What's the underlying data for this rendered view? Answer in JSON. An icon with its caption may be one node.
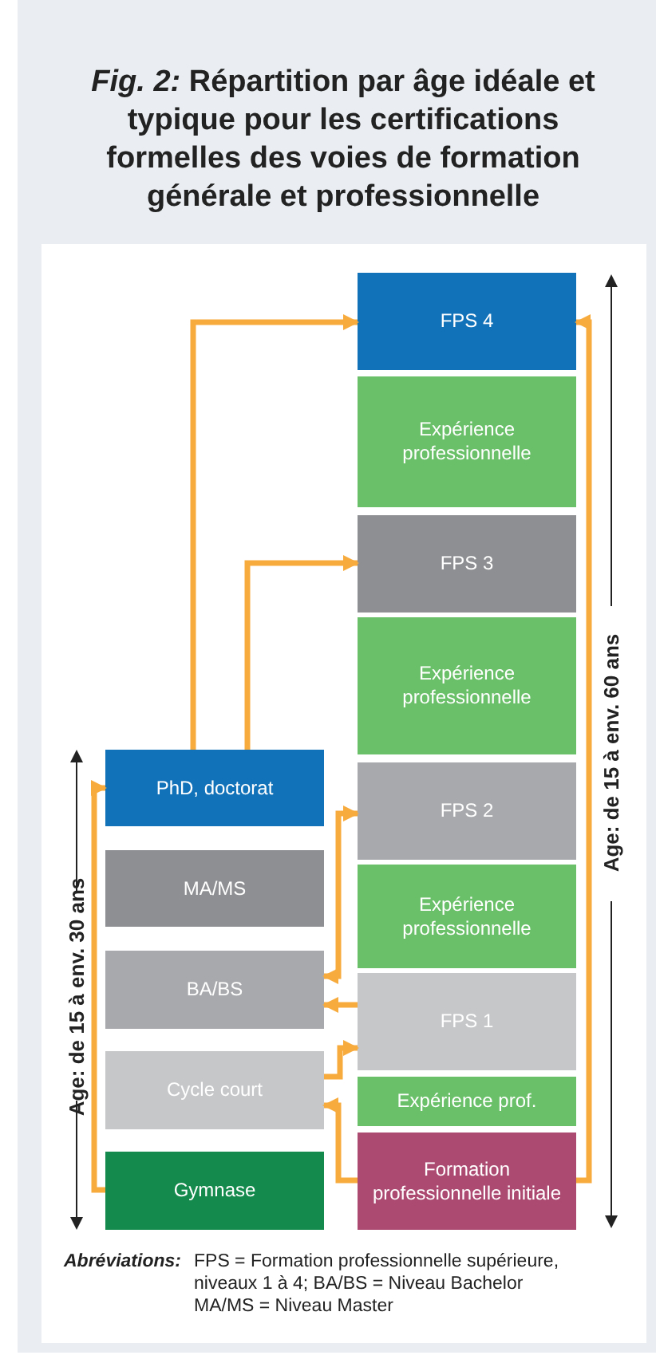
{
  "diagram": {
    "title": "*Fig. 2:* Répartition par âge idéale et typique pour les certifications formelles des voies de formation générale et professionnelle",
    "nodes": [
      {
        "text": [
          "PhD, doctorat"
        ]
      },
      {
        "text": [
          "MA/MS"
        ]
      },
      {
        "text": [
          "BA/BS"
        ]
      },
      {
        "text": [
          "Cycle court"
        ]
      },
      {
        "text": [
          "Gymnase"
        ]
      },
      {
        "text": [
          "FPS 4"
        ]
      },
      {
        "text": [
          "Expérience professionnelle"
        ]
      },
      {
        "text": [
          "FPS 3"
        ]
      },
      {
        "text": [
          "Expérience professionnelle"
        ]
      },
      {
        "text": [
          "FPS 2"
        ]
      },
      {
        "text": [
          "Expérience professionnelle"
        ]
      },
      {
        "text": [
          "FPS 1"
        ]
      },
      {
        "text": [
          "Expérience prof."
        ]
      },
      {
        "text": [
          "Formation professionnelle initiale"
        ]
      }
    ],
    "edges": [
      {
        "from": 4,
        "to": 0,
        "arrow": "to"
      },
      {
        "from": 0,
        "to": 5,
        "arrow": "to"
      },
      {
        "from": 0,
        "to": 7,
        "arrow": "to"
      },
      {
        "from": 9,
        "to": 2,
        "arrow": "both"
      },
      {
        "from": 11,
        "to": 2,
        "arrow": "to"
      },
      {
        "from": 3,
        "to": 11,
        "arrow": "to"
      },
      {
        "from": 13,
        "to": 3,
        "arrow": "to"
      },
      {
        "from": 13,
        "to": 5,
        "arrow": "to"
      }
    ],
    "labels": [
      "Age: de 15 à env. 30 ans",
      "Age: de 15 à env. 60 ans",
      "Abréviations:",
      "FPS = Formation professionnelle supérieure, niveaux 1 à 4; BA/BS = Niveau Bachelor MA/MS = Niveau Master"
    ]
  }
}
